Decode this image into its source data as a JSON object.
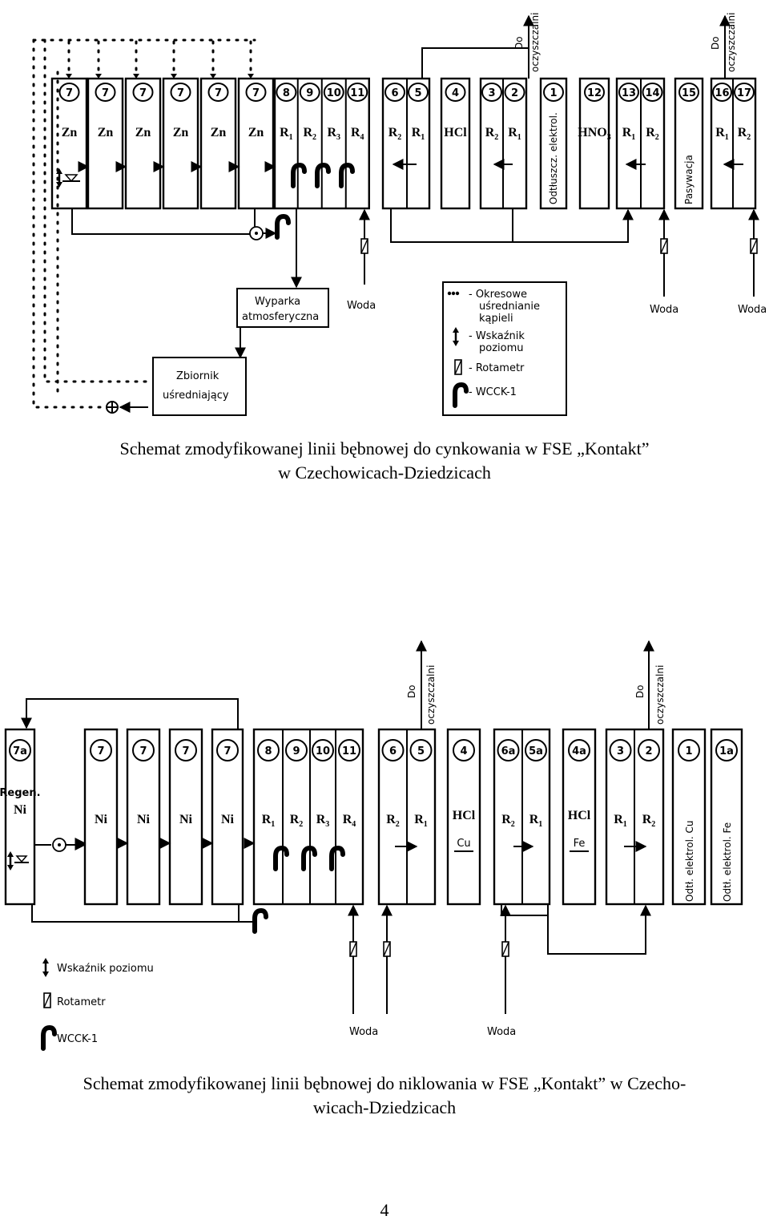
{
  "diagram1": {
    "tanks": [
      {
        "num": "7",
        "bath": "Zn"
      },
      {
        "num": "7",
        "bath": "Zn"
      },
      {
        "num": "7",
        "bath": "Zn"
      },
      {
        "num": "7",
        "bath": "Zn"
      },
      {
        "num": "7",
        "bath": "Zn"
      },
      {
        "num": "7",
        "bath": "Zn"
      },
      {
        "num": "8",
        "bath": "R1"
      },
      {
        "num": "9",
        "bath": "R2"
      },
      {
        "num": "10",
        "bath": "R3"
      },
      {
        "num": "11",
        "bath": "R4"
      },
      {
        "num": "6",
        "bath": "R2"
      },
      {
        "num": "5",
        "bath": "R1"
      },
      {
        "num": "4",
        "bath": "HCl"
      },
      {
        "num": "3",
        "bath": "R2"
      },
      {
        "num": "2",
        "bath": "R1"
      },
      {
        "num": "1",
        "vertical": "Odtłuszcz. elektrol."
      },
      {
        "num": "12",
        "bath": "HNO3"
      },
      {
        "num": "13",
        "bath": "R1"
      },
      {
        "num": "14",
        "bath": "R2"
      },
      {
        "num": "15",
        "vertical": "Pasywacja"
      },
      {
        "num": "16",
        "bath": "R1"
      },
      {
        "num": "17",
        "bath": "R2"
      }
    ],
    "do_top": [
      "Do",
      "oczyszczalni"
    ],
    "evaporator": [
      "Wyparka",
      "atmosferyczna"
    ],
    "tank_box": [
      "Zbiornik",
      "uśredniający"
    ],
    "water": "Woda",
    "legend": {
      "dots_label": [
        "- Okresowe",
        "uśrednianie",
        "kąpieli"
      ],
      "level_label": [
        "- Wskaźnik",
        "poziomu"
      ],
      "rotameter_label": "- Rotametr",
      "wcck_label": "- WCCK-1"
    },
    "caption": [
      "Schemat zmodyfikowanej linii bębnowej do cynkowania w FSE „Kontakt”",
      "w Czechowicach-Dziedzicach"
    ]
  },
  "diagram2": {
    "tanks": [
      {
        "num": "7a",
        "bath": "Ni",
        "small": "Regen."
      },
      {
        "num": "7",
        "bath": "Ni"
      },
      {
        "num": "7",
        "bath": "Ni"
      },
      {
        "num": "7",
        "bath": "Ni"
      },
      {
        "num": "7",
        "bath": "Ni"
      },
      {
        "num": "8",
        "bath": "R1"
      },
      {
        "num": "9",
        "bath": "R2"
      },
      {
        "num": "10",
        "bath": "R3"
      },
      {
        "num": "11",
        "bath": "R4"
      },
      {
        "num": "6",
        "bath": "R2"
      },
      {
        "num": "5",
        "bath": "R1"
      },
      {
        "num": "4",
        "bath": "HCl",
        "sub": "Cu"
      },
      {
        "num": "6a",
        "bath": "R2"
      },
      {
        "num": "5a",
        "bath": "R1"
      },
      {
        "num": "4a",
        "bath": "HCl",
        "sub": "Fe"
      },
      {
        "num": "3",
        "bath": "R1"
      },
      {
        "num": "2",
        "bath": "R2"
      },
      {
        "num": "1",
        "vertical": "Odtł. elektrol. Cu"
      },
      {
        "num": "1a",
        "vertical": "Odtł. elektrol. Fe"
      }
    ],
    "do_top": [
      "Do",
      "oczyszczalni"
    ],
    "water": "Woda",
    "legend": {
      "level_label": "Wskaźnik poziomu",
      "rotameter_label": "Rotametr",
      "wcck_label": "WCCK-1"
    },
    "caption": [
      "Schemat zmodyfikowanej linii bębnowej do niklowania w FSE „Kontakt” w Czecho-",
      "wicach-Dziedzicach"
    ]
  },
  "page_number": "4"
}
